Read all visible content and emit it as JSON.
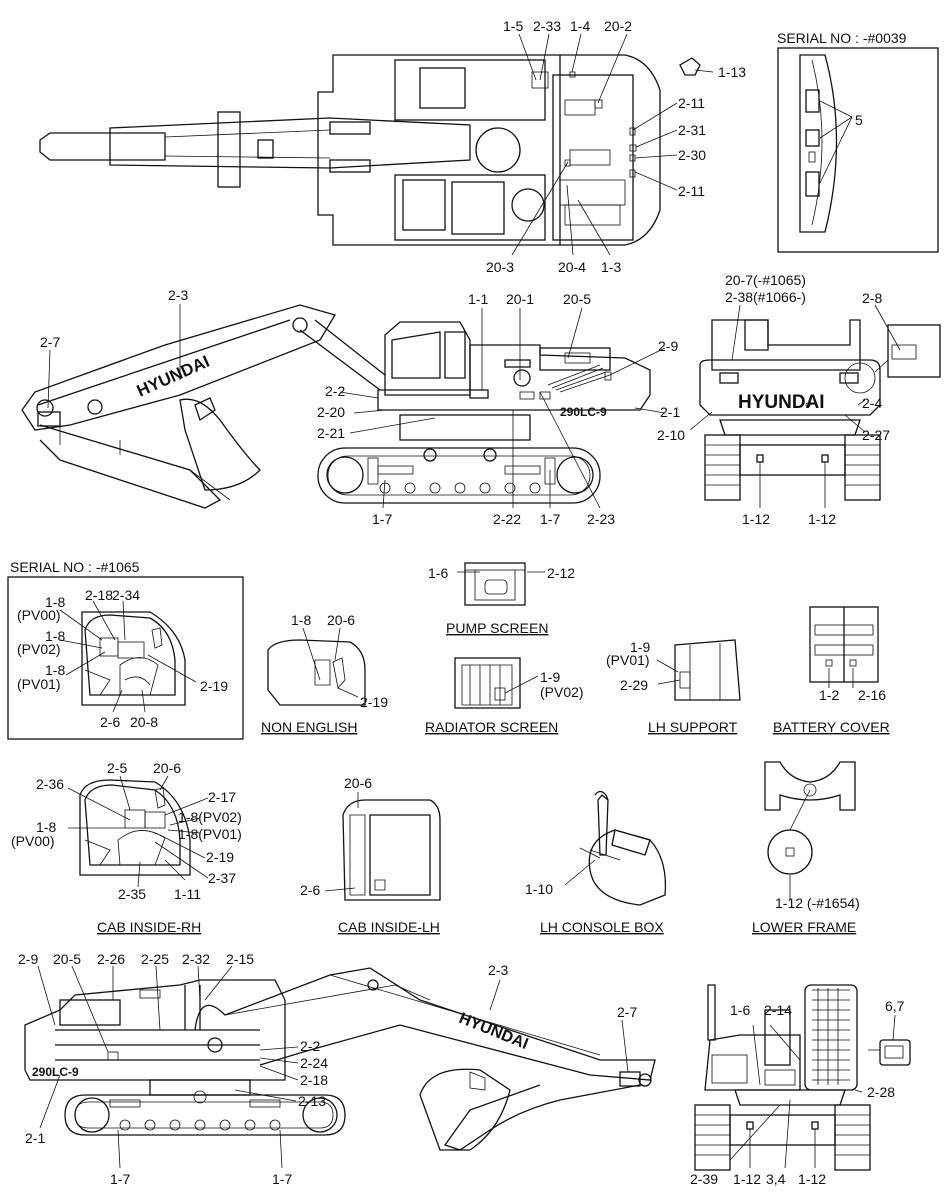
{
  "serial_top": "SERIAL NO : -#0039",
  "serial_left": "SERIAL NO : -#1065",
  "brand": "HYUNDAI",
  "model": "290LC-9",
  "captions": {
    "pump_screen": "PUMP SCREEN",
    "non_english": "NON ENGLISH",
    "radiator_screen": "RADIATOR SCREEN",
    "lh_support": "LH SUPPORT",
    "battery_cover": "BATTERY COVER",
    "cab_inside_rh": "CAB INSIDE-RH",
    "cab_inside_lh": "CAB INSIDE-LH",
    "lh_console_box": "LH CONSOLE BOX",
    "lower_frame": "LOWER FRAME"
  },
  "labels": {
    "top": [
      "1-5",
      "2-33",
      "1-4",
      "20-2",
      "1-13",
      "2-11",
      "2-31",
      "2-30",
      "2-11",
      "20-3",
      "20-4",
      "1-3",
      "5"
    ],
    "side": [
      "2-3",
      "2-7",
      "1-1",
      "20-1",
      "20-5",
      "2-9",
      "2-2",
      "2-20",
      "2-21",
      "2-1",
      "1-7",
      "2-22",
      "1-7",
      "2-23"
    ],
    "rear": [
      "20-7(-#1065)",
      "2-38(#1066-)",
      "2-8",
      "2-4",
      "2-10",
      "2-27",
      "1-12",
      "1-12"
    ],
    "cab_serial": [
      "1-8",
      "(PV00)",
      "2-18",
      "2-34",
      "1-8",
      "(PV02)",
      "1-8",
      "(PV01)",
      "2-19",
      "2-6",
      "20-8"
    ],
    "pump": [
      "1-6",
      "2-12"
    ],
    "non_english": [
      "1-8",
      "20-6",
      "2-19"
    ],
    "radiator": [
      "1-9",
      "(PV02)"
    ],
    "lh_support": [
      "1-9",
      "(PV01)",
      "2-29"
    ],
    "battery": [
      "1-2",
      "2-16"
    ],
    "cab_rh": [
      "2-36",
      "2-5",
      "20-6",
      "2-17",
      "1-8(PV02)",
      "1-8(PV01)",
      "1-8",
      "(PV00)",
      "2-19",
      "2-37",
      "2-35",
      "1-11"
    ],
    "cab_lh": [
      "20-6",
      "2-6"
    ],
    "console": [
      "1-10"
    ],
    "lower_frame": [
      "1-12 (-#1654)"
    ],
    "bottom": [
      "2-9",
      "20-5",
      "2-26",
      "2-25",
      "2-32",
      "2-15",
      "2-3",
      "2-7",
      "2-2",
      "2-24",
      "2-18",
      "2-13",
      "2-1",
      "1-7",
      "1-7"
    ],
    "front": [
      "1-6",
      "2-14",
      "6,7",
      "2-28",
      "2-39",
      "1-12",
      "3,4",
      "1-12"
    ]
  }
}
